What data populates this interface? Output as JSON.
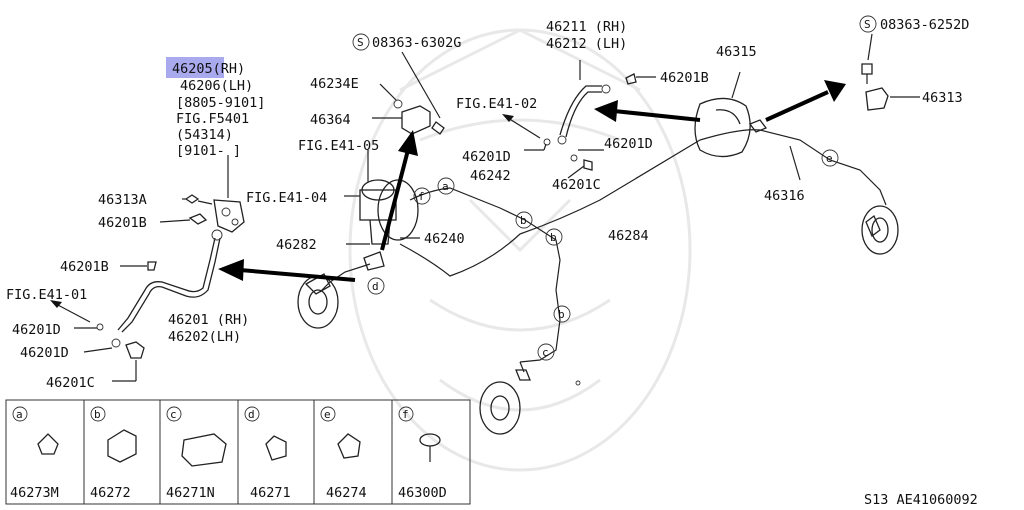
{
  "diagram": {
    "highlight": "#a9a9ee",
    "callouts": {
      "c46205": "46205(RH)",
      "c46206": "46206(LH)",
      "c8805": "[8805-9101]",
      "cfigf": "FIG.F5401",
      "c54314": "(54314)",
      "c9101": "[9101-   ]",
      "c46313a": "46313A",
      "c46201b_l": "46201B",
      "c46201b_m": "46201B",
      "figleft": "FIG.E41-01",
      "c46201d_l1": "46201D",
      "c46201d_l2": "46201D",
      "c46201c_l": "46201C",
      "c46201": "46201 (RH)",
      "c46202": "46202(LH)",
      "s6302": "08363-6302G",
      "c46234e": "46234E",
      "c46364": "46364",
      "fige4105": "FIG.E41-05",
      "fige4104": "FIG.E41-04",
      "c46282": "46282",
      "c46240": "46240",
      "c46242": "46242",
      "fige4102": "FIG.E41-02",
      "c46201d_m": "46201D",
      "c46201d_r": "46201D",
      "c46201c_m": "46201C",
      "c46211": "46211 (RH)",
      "c46212": "46212 (LH)",
      "c46201b_r": "46201B",
      "c46315": "46315",
      "s6252": "08363-6252D",
      "c46313": "46313",
      "c46284": "46284",
      "c46316": "46316"
    },
    "circle_a": "a",
    "circle_b": "b",
    "circle_c": "c",
    "circle_d": "d",
    "circle_e": "e",
    "circle_f": "f",
    "s_mark": "S",
    "legend": [
      {
        "key": "a",
        "part": "46273M"
      },
      {
        "key": "b",
        "part": "46272"
      },
      {
        "key": "c",
        "part": "46271N"
      },
      {
        "key": "d",
        "part": "46271"
      },
      {
        "key": "e",
        "part": "46274"
      },
      {
        "key": "f",
        "part": "46300D"
      }
    ],
    "footer": "S13  AE41060092"
  }
}
